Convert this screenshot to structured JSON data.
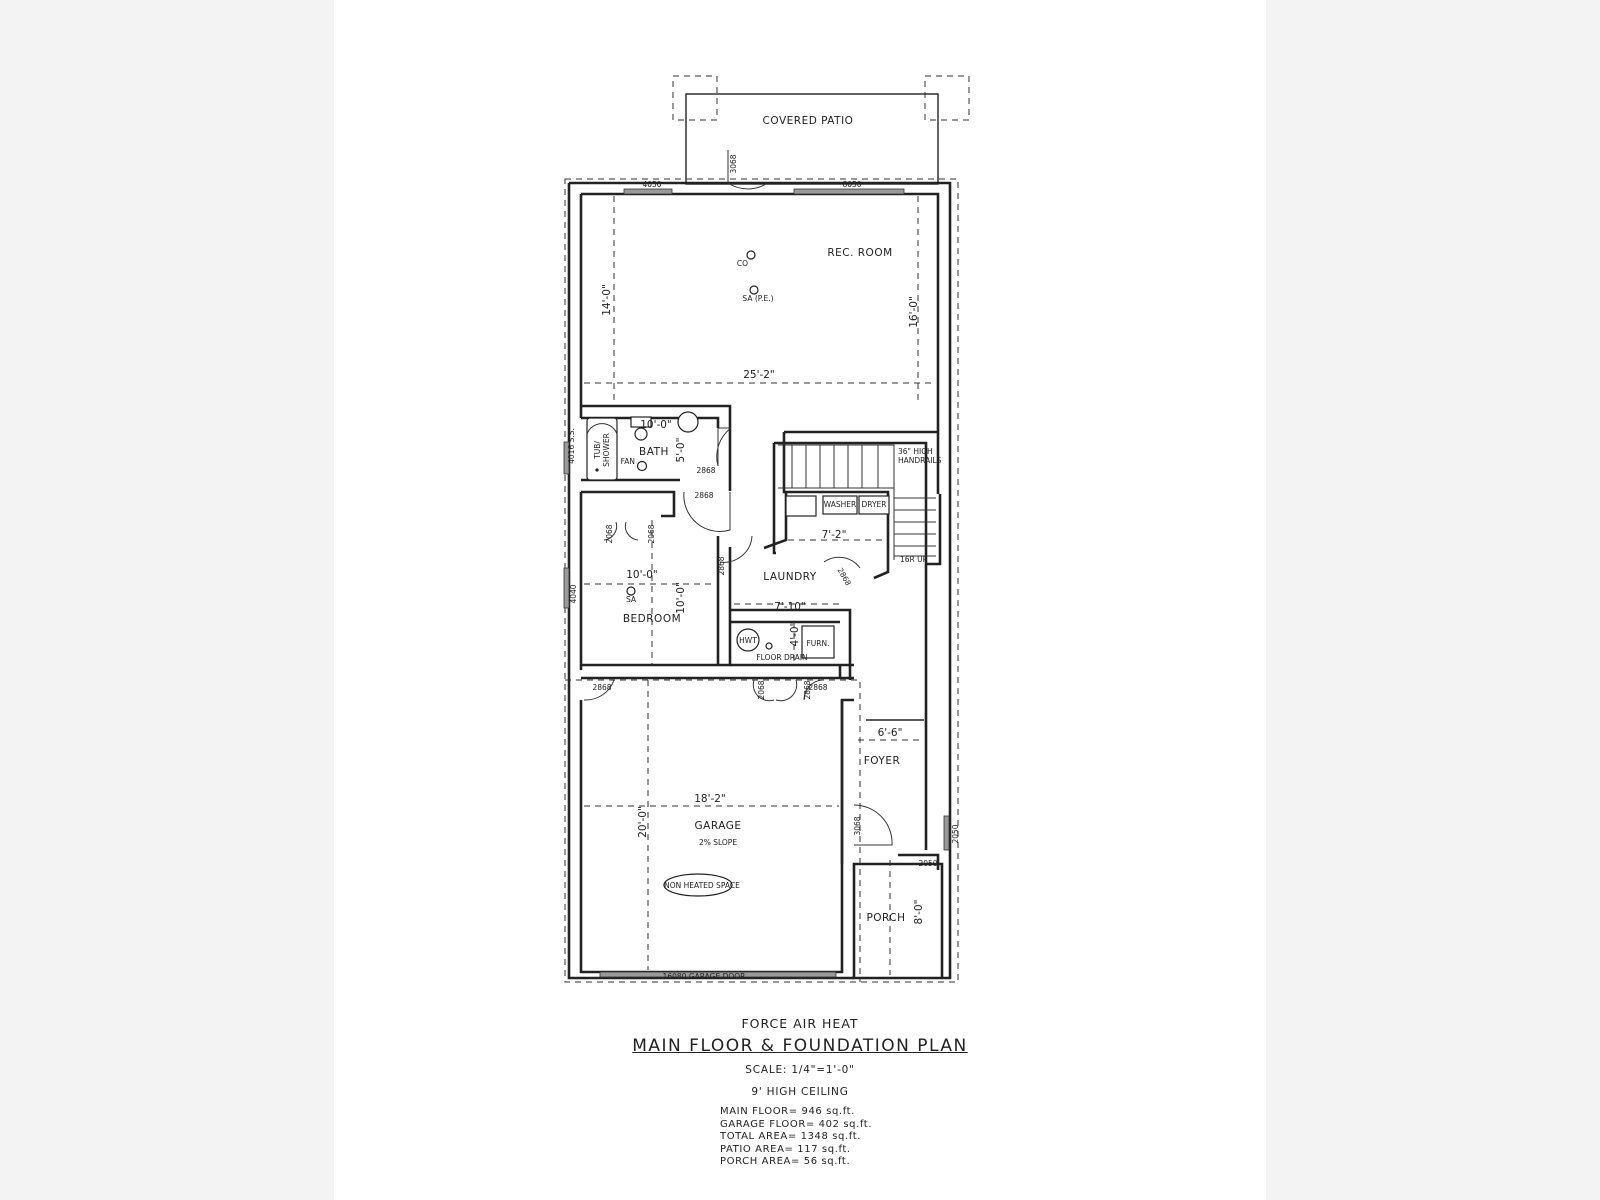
{
  "rooms": {
    "covered_patio": "COVERED PATIO",
    "rec_room": "REC. ROOM",
    "bath": "BATH",
    "fan": "FAN",
    "tub_shower_1": "TUB/",
    "tub_shower_2": "SHOWER",
    "bedroom": "BEDROOM",
    "laundry": "LAUNDRY",
    "washer": "WASHER",
    "dryer": "DRYER",
    "hwt": "HWT",
    "floor_drain": "FLOOR DRAIN",
    "furnace": "FURN.",
    "foyer": "FOYER",
    "garage": "GARAGE",
    "garage_slope": "2% SLOPE",
    "non_heated": "NON HEATED SPACE",
    "porch": "PORCH",
    "co": "CO",
    "sa": "SA",
    "sa_pe": "SA (P.E.)",
    "handrails_1": "36\" HIGH",
    "handrails_2": "HANDRAILS",
    "stairs_up": "16R UP"
  },
  "dimensions": {
    "rec_width": "25'-2\"",
    "rec_depth_left": "14'-0\"",
    "rec_depth_right": "16'-0\"",
    "bath_width": "10'-0\"",
    "bath_depth": "5'-0\"",
    "laundry_width": "7'-2\"",
    "hall_width": "7'-10\"",
    "bedroom_width": "10'-0\"",
    "bedroom_depth": "10'-0\"",
    "mech_depth": "4'-0\"",
    "foyer_width": "6'-6\"",
    "garage_width": "18'-2\"",
    "garage_depth": "20'-0\"",
    "porch_depth": "8'-0\""
  },
  "codes": {
    "w_4050": "4050",
    "w_8050": "8050",
    "d_3068_patio": "3068",
    "w_4016": "4016 S.S.",
    "d_2868_bath_a": "2868",
    "d_2868_bath_b": "2868",
    "c_2068_a": "2068",
    "c_2068_b": "2068",
    "w_4040": "4040",
    "d_2868_hall": "2868",
    "d_2868_laundry": "2868",
    "d_2868_garage": "2868",
    "c_2068_mech": "2068",
    "d_2868_mech": "2868",
    "d_2868_foyer": "2868",
    "d_3068_front": "3068",
    "w_2050_a": "2050",
    "w_2050_b": "2050",
    "garage_door": "16080 GARAGE DOOR"
  },
  "notes": {
    "heat": "FORCE AIR HEAT",
    "title": "MAIN FLOOR & FOUNDATION PLAN",
    "scale": "SCALE: 1/4\"=1'-0\"",
    "ceiling": "9' HIGH CEILING",
    "areas": [
      "MAIN FLOOR= 946 sq.ft.",
      "GARAGE FLOOR= 402 sq.ft.",
      "TOTAL AREA= 1348 sq.ft.",
      "PATIO AREA= 117 sq.ft.",
      "PORCH AREA= 56 sq.ft."
    ]
  }
}
